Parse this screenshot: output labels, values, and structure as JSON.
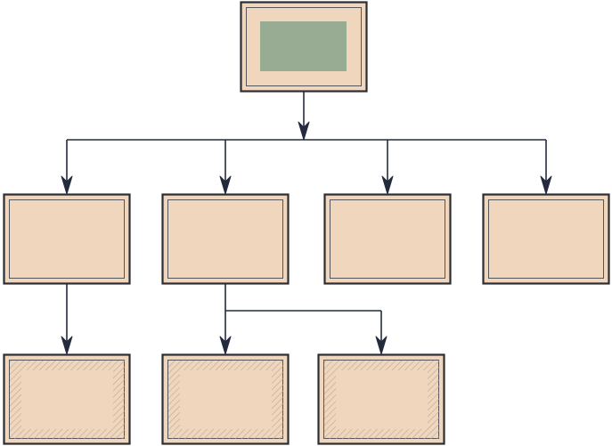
{
  "diagram": {
    "type": "org-chart",
    "labels_visible": false,
    "colors": {
      "node_fill": "#f0d6bc",
      "node_border": "#2b2d33",
      "inner_border": "#55565c",
      "root_accent": "#98ab93",
      "hatch": "#b9a898",
      "connector": "#242b3d",
      "background": "#ffffff"
    },
    "nodes": [
      {
        "id": "root",
        "level": 0,
        "style": "root-accent"
      },
      {
        "id": "child-1",
        "level": 1,
        "style": "plain"
      },
      {
        "id": "child-2",
        "level": 1,
        "style": "plain"
      },
      {
        "id": "child-3",
        "level": 1,
        "style": "plain"
      },
      {
        "id": "child-4",
        "level": 1,
        "style": "plain"
      },
      {
        "id": "leaf-1",
        "level": 2,
        "style": "hatched"
      },
      {
        "id": "leaf-2",
        "level": 2,
        "style": "hatched"
      },
      {
        "id": "leaf-3",
        "level": 2,
        "style": "hatched"
      }
    ],
    "edges": [
      {
        "from": "root",
        "to": "child-1"
      },
      {
        "from": "root",
        "to": "child-2"
      },
      {
        "from": "root",
        "to": "child-3"
      },
      {
        "from": "root",
        "to": "child-4"
      },
      {
        "from": "child-1",
        "to": "leaf-1"
      },
      {
        "from": "child-2",
        "to": "leaf-2"
      },
      {
        "from": "child-2",
        "to": "leaf-3"
      }
    ]
  }
}
